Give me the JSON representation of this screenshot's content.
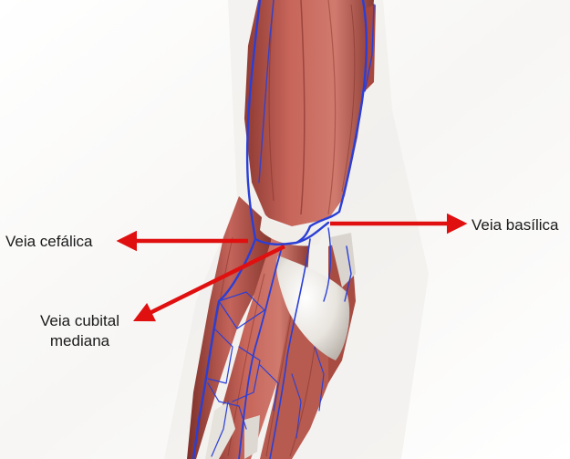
{
  "labels": {
    "cephalic": "Veia cefálica",
    "basilic": "Veia basílica",
    "median_cubital_line1": "Veia cubital",
    "median_cubital_line2": "mediana"
  },
  "colors": {
    "arrow": "#e01010",
    "vein": "#2a3fd6",
    "muscle": "#b8564c",
    "tendon": "#e4e0da",
    "background": "#ffffff"
  }
}
